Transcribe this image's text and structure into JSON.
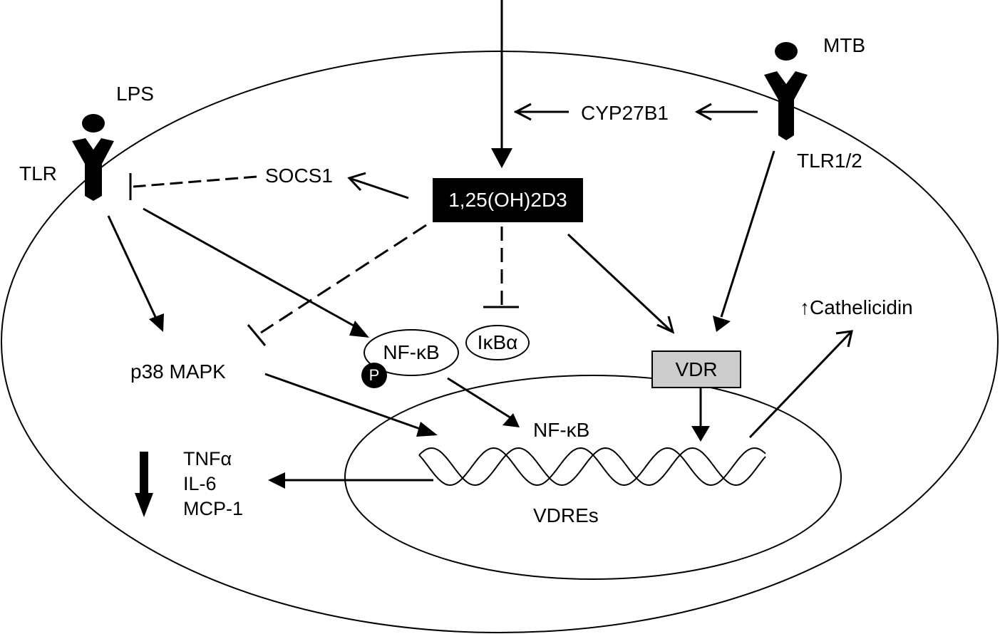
{
  "diagram": {
    "title": "Vitamin D (1,25(OH)2D3) immunomodulatory signaling in a macrophage",
    "nodes": {
      "lps": "LPS",
      "tlr": "TLR",
      "mtb": "MTB",
      "tlr12": "TLR1/2",
      "cyp27b1": "CYP27B1",
      "socs1": "SOCS1",
      "calcitriol": "1,25(OH)2D3",
      "p38": "p38 MAPK",
      "nfkb_complex": "NF-κB",
      "ikba": "IκBα",
      "phospho": "P",
      "vdr": "VDR",
      "nfkb_nuclear": "NF-κB",
      "cathelicidin": "↑Cathelicidin",
      "vdres": "VDREs",
      "cytokines": [
        "TNFα",
        "IL-6",
        "MCP-1"
      ]
    },
    "edges": [
      {
        "from": "extracellular",
        "to": "calcitriol",
        "type": "activation"
      },
      {
        "from": "tlr12",
        "to": "cyp27b1",
        "type": "activation"
      },
      {
        "from": "cyp27b1",
        "to": "calcitriol",
        "type": "activation"
      },
      {
        "from": "calcitriol",
        "to": "socs1",
        "type": "activation"
      },
      {
        "from": "socs1",
        "to": "tlr",
        "type": "inhibition",
        "style": "dashed"
      },
      {
        "from": "tlr",
        "to": "p38",
        "type": "activation"
      },
      {
        "from": "tlr",
        "to": "nfkb_complex",
        "type": "activation"
      },
      {
        "from": "calcitriol",
        "to": "p38",
        "type": "inhibition",
        "style": "dashed"
      },
      {
        "from": "calcitriol",
        "to": "ikba",
        "type": "inhibition",
        "style": "dashed"
      },
      {
        "from": "calcitriol",
        "to": "vdr",
        "type": "activation"
      },
      {
        "from": "tlr12",
        "to": "vdr",
        "type": "activation"
      },
      {
        "from": "p38",
        "to": "dna",
        "type": "activation"
      },
      {
        "from": "nfkb_complex",
        "to": "nfkb_nuclear",
        "type": "activation"
      },
      {
        "from": "vdr",
        "to": "vdres",
        "type": "activation"
      },
      {
        "from": "dna",
        "to": "cathelicidin",
        "type": "activation"
      },
      {
        "from": "dna",
        "to": "cytokines",
        "type": "activation"
      }
    ],
    "cytokine_change": "decrease"
  }
}
